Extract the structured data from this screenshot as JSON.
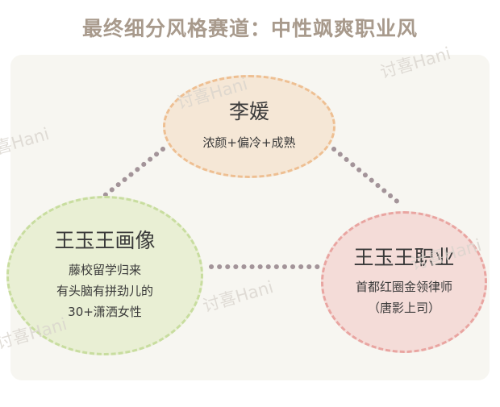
{
  "title": "最终细分风格赛道：中性飒爽职业风",
  "watermark": "讨喜Hani",
  "colors": {
    "link_dot": "#a39499",
    "top_fill": "#f5e7d6",
    "top_border": "#eebf92",
    "left_fill": "#e9efd4",
    "left_border": "#c8dd9f",
    "right_fill": "#f4dcd8",
    "right_border": "#e9a5a1"
  },
  "nodes": {
    "top": {
      "name": "李媛",
      "desc": [
        "浓颜+偏冷+成熟"
      ]
    },
    "left": {
      "name": "王玉王画像",
      "desc": [
        "藤校留学归来",
        "有头脑有拼劲儿的",
        "30+潇洒女性"
      ]
    },
    "right": {
      "name": "王玉王职业",
      "desc": [
        "首都红圈金领律师",
        "（唐影上司）"
      ]
    }
  }
}
